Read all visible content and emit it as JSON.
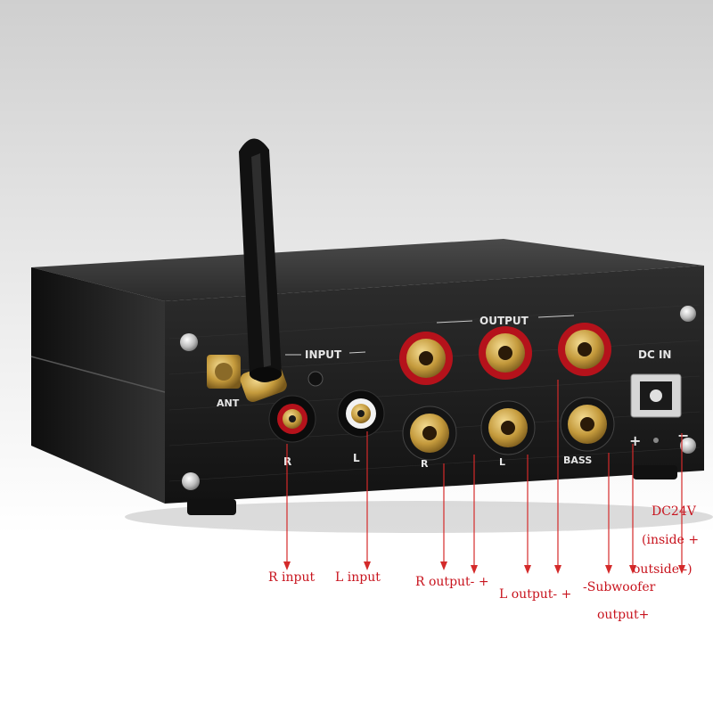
{
  "panel": {
    "input_label": "INPUT",
    "output_label": "OUTPUT",
    "dc_in_label": "DC IN",
    "ant_label": "ANT",
    "input_r": "R",
    "input_l": "L",
    "output_r": "R",
    "output_l": "L",
    "bass": "BASS",
    "plus": "+",
    "minus": "−"
  },
  "annotations": {
    "r_input": "R input",
    "l_input": "L input",
    "r_output": "R output- +",
    "l_output": "L output- +",
    "subwoofer_line1": "-Subwoofer",
    "subwoofer_line2": "output+",
    "dc_line1": "DC24V",
    "dc_line2": "(inside +",
    "dc_line3": "outside -)"
  },
  "colors": {
    "annotation": "#c8141e",
    "chassis": "#1c1c1c",
    "red_terminal": "#b5121b",
    "gold": "#c9a24a"
  }
}
